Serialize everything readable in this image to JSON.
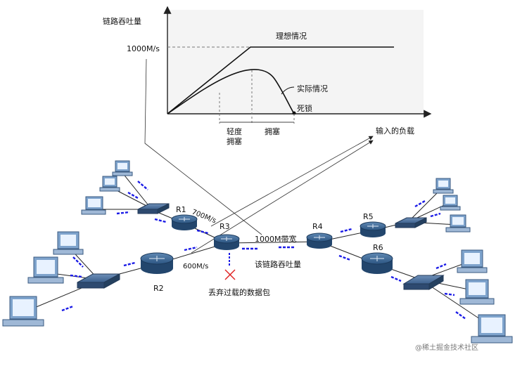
{
  "chart": {
    "ylabel": "链路吞吐量",
    "ytick": "1000M/s",
    "xlabel": "输入的负载",
    "ideal": "理想情况",
    "actual": "实际情况",
    "deadlock": "死锁",
    "light_congestion_line1": "轻度",
    "light_congestion_line2": "拥塞",
    "congestion": "拥塞"
  },
  "network": {
    "routers": [
      "R1",
      "R2",
      "R3",
      "R4",
      "R5",
      "R6"
    ],
    "speed_r1": "700M/s",
    "speed_r2": "600M/s",
    "speed_link": "1000M带宽",
    "link_throughput": "该链路吞吐量",
    "drop_label": "丢弃过载的数据包"
  },
  "watermark": "@稀土掘金技术社区",
  "colors": {
    "router": "#2f5a86",
    "switch": "#3f5f8a",
    "packet": "#1a1ae6",
    "drop": "#e02020",
    "plot_bg": "#f4f4f4"
  }
}
